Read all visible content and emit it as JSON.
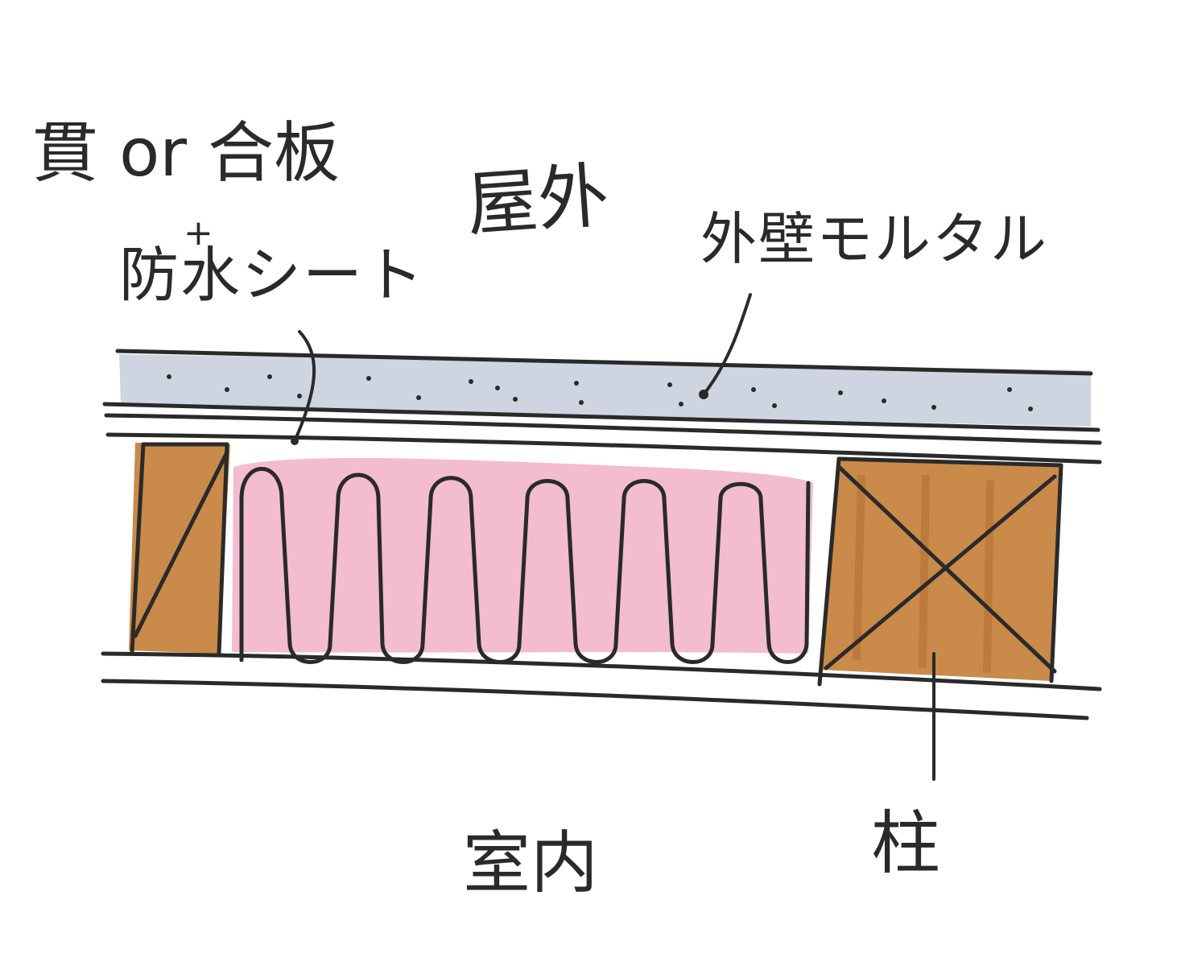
{
  "labels": {
    "sheathing": "貫 or 合板",
    "plus": "+",
    "membrane": "防水シート",
    "outdoor": "屋外",
    "mortar": "外壁モルタル",
    "indoor": "室内",
    "post": "柱"
  },
  "colors": {
    "ink": "#2a2a2a",
    "mortar_fill": "#c9cfdd",
    "wood_fill": "#c98a4a",
    "wood_dark": "#b36f32",
    "insulation_fill": "#f3bcd0"
  }
}
